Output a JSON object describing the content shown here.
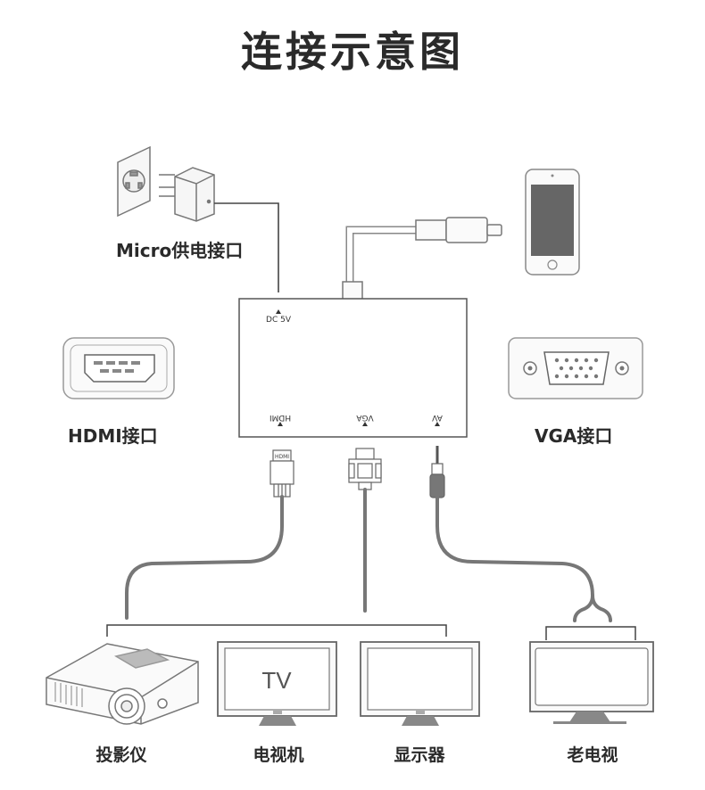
{
  "title": "连接示意图",
  "labels": {
    "power": "Micro供电接口",
    "hdmi": "HDMI接口",
    "vga": "VGA接口"
  },
  "hub_ports": {
    "dc": "DC 5V",
    "hdmi": "HDMI",
    "vga": "VGA",
    "av": "AV"
  },
  "hdmi_plug_text": "HDMI",
  "tv_screen_text": "TV",
  "devices": {
    "projector": "投影仪",
    "tv": "电视机",
    "monitor": "显示器",
    "old_tv": "老电视"
  }
}
